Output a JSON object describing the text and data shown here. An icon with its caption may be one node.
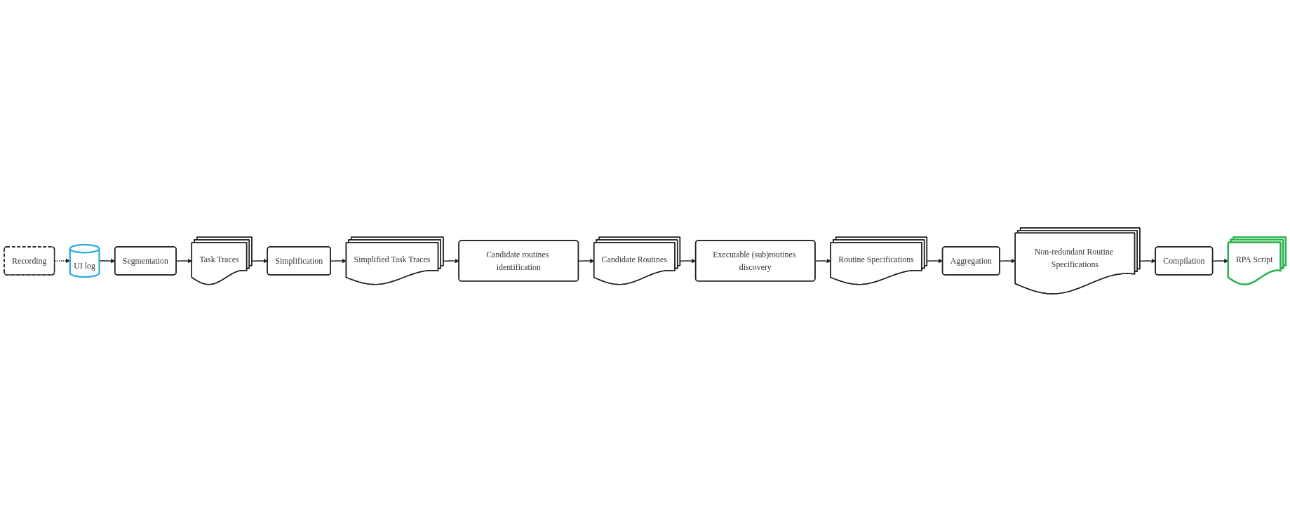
{
  "diagram": {
    "nodes": [
      {
        "text": [
          "Recording"
        ]
      },
      {
        "text": [
          "UI log"
        ]
      },
      {
        "text": [
          "Segmentation"
        ]
      },
      {
        "text": [
          "Task Traces"
        ]
      },
      {
        "text": [
          "Simplification"
        ]
      },
      {
        "text": [
          "Simplified Task Traces"
        ]
      },
      {
        "text": [
          "Candidate routines identification"
        ]
      },
      {
        "text": [
          "Candidate Routines"
        ]
      },
      {
        "text": [
          "Executable (sub)routines discovery"
        ]
      },
      {
        "text": [
          "Routine Specifications"
        ]
      },
      {
        "text": [
          "Aggregation"
        ]
      },
      {
        "text": [
          "Non-redundant Routine Specifications"
        ]
      },
      {
        "text": [
          "Compilation"
        ]
      },
      {
        "text": [
          "RPA Script"
        ]
      }
    ],
    "edges": [
      {
        "from": 0,
        "to": 1,
        "arrow": "to",
        "style": "dashed"
      },
      {
        "from": 1,
        "to": 2,
        "arrow": "to"
      },
      {
        "from": 2,
        "to": 3,
        "arrow": "to"
      },
      {
        "from": 3,
        "to": 4,
        "arrow": "to"
      },
      {
        "from": 4,
        "to": 5,
        "arrow": "to"
      },
      {
        "from": 5,
        "to": 6,
        "arrow": "to"
      },
      {
        "from": 6,
        "to": 7,
        "arrow": "to"
      },
      {
        "from": 7,
        "to": 8,
        "arrow": "to"
      },
      {
        "from": 8,
        "to": 9,
        "arrow": "to"
      },
      {
        "from": 9,
        "to": 10,
        "arrow": "to"
      },
      {
        "from": 10,
        "to": 11,
        "arrow": "to"
      },
      {
        "from": 11,
        "to": 12,
        "arrow": "to"
      },
      {
        "from": 12,
        "to": 13,
        "arrow": "to"
      }
    ]
  }
}
